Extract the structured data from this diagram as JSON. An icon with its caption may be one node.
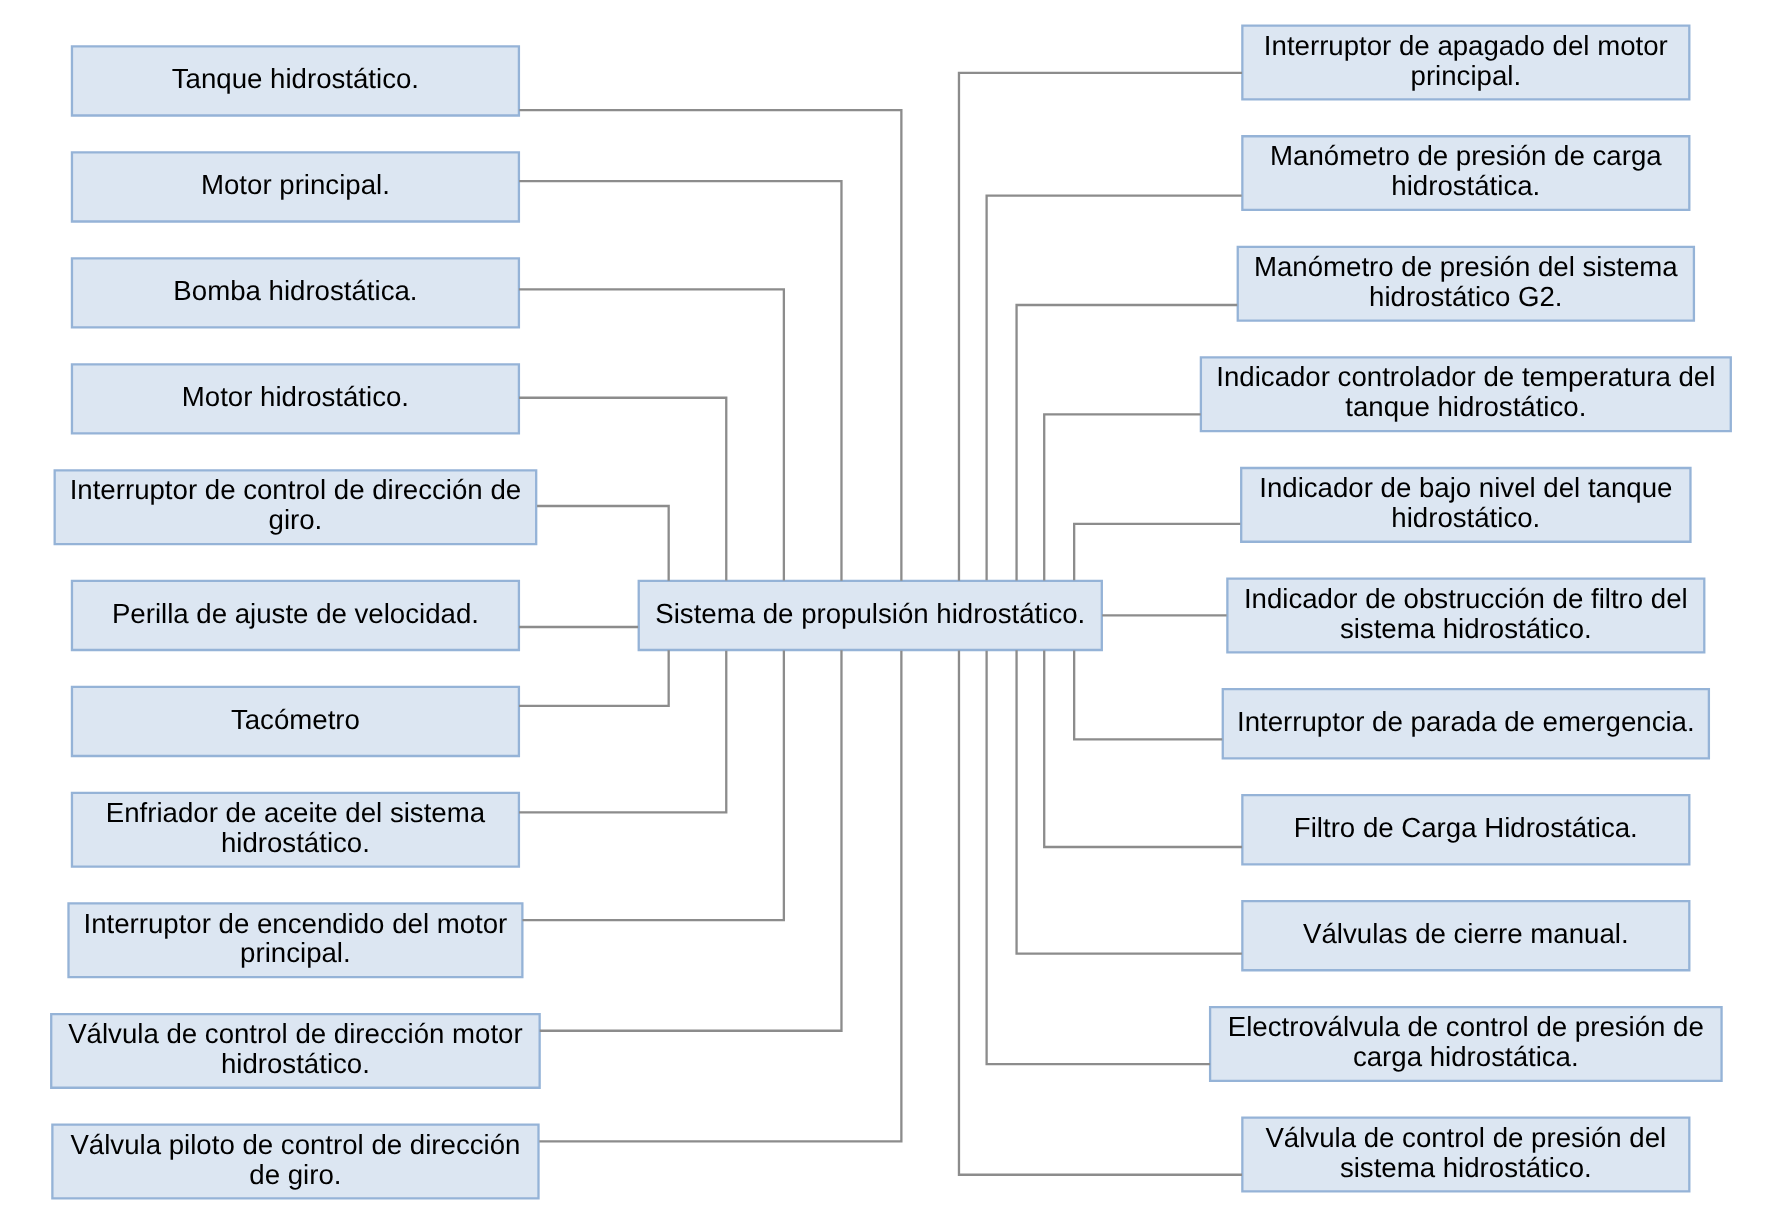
{
  "diagram": {
    "nodes": [
      {
        "text": [
          "Sistema de propulsión hidrostático."
        ]
      },
      {
        "text": [
          "Tanque hidrostático."
        ]
      },
      {
        "text": [
          "Motor principal."
        ]
      },
      {
        "text": [
          "Bomba hidrostática."
        ]
      },
      {
        "text": [
          "Motor hidrostático."
        ]
      },
      {
        "text": [
          "Interruptor de control de dirección de giro."
        ]
      },
      {
        "text": [
          "Perilla de ajuste de velocidad."
        ]
      },
      {
        "text": [
          "Tacómetro"
        ]
      },
      {
        "text": [
          "Enfriador de aceite del sistema hidrostático."
        ]
      },
      {
        "text": [
          "Interruptor de encendido del motor principal."
        ]
      },
      {
        "text": [
          "Válvula de control de dirección motor hidrostático."
        ]
      },
      {
        "text": [
          "Válvula piloto de control de dirección de giro."
        ]
      },
      {
        "text": [
          "Interruptor de apagado del motor principal."
        ]
      },
      {
        "text": [
          "Manómetro de presión de carga hidrostática."
        ]
      },
      {
        "text": [
          "Manómetro de presión del sistema hidrostático G2."
        ]
      },
      {
        "text": [
          "Indicador controlador de temperatura del tanque hidrostático."
        ]
      },
      {
        "text": [
          "Indicador de bajo nivel del tanque hidrostático."
        ]
      },
      {
        "text": [
          "Indicador de obstrucción de filtro del sistema hidrostático."
        ]
      },
      {
        "text": [
          "Interruptor de parada de emergencia."
        ]
      },
      {
        "text": [
          "Filtro de Carga Hidrostática."
        ]
      },
      {
        "text": [
          "Válvulas de cierre manual."
        ]
      },
      {
        "text": [
          "Electroválvula de control de presión de carga hidrostática."
        ]
      },
      {
        "text": [
          "Válvula de control de presión del sistema hidrostático."
        ]
      }
    ],
    "edges": [
      {
        "from": 0,
        "to": 1,
        "arrow": "none"
      },
      {
        "from": 0,
        "to": 2,
        "arrow": "none"
      },
      {
        "from": 0,
        "to": 3,
        "arrow": "none"
      },
      {
        "from": 0,
        "to": 4,
        "arrow": "none"
      },
      {
        "from": 0,
        "to": 5,
        "arrow": "none"
      },
      {
        "from": 0,
        "to": 6,
        "arrow": "none"
      },
      {
        "from": 0,
        "to": 7,
        "arrow": "none"
      },
      {
        "from": 0,
        "to": 8,
        "arrow": "none"
      },
      {
        "from": 0,
        "to": 9,
        "arrow": "none"
      },
      {
        "from": 0,
        "to": 10,
        "arrow": "none"
      },
      {
        "from": 0,
        "to": 11,
        "arrow": "none"
      },
      {
        "from": 0,
        "to": 12,
        "arrow": "none"
      },
      {
        "from": 0,
        "to": 13,
        "arrow": "none"
      },
      {
        "from": 0,
        "to": 14,
        "arrow": "none"
      },
      {
        "from": 0,
        "to": 15,
        "arrow": "none"
      },
      {
        "from": 0,
        "to": 16,
        "arrow": "none"
      },
      {
        "from": 0,
        "to": 17,
        "arrow": "none"
      },
      {
        "from": 0,
        "to": 18,
        "arrow": "none"
      },
      {
        "from": 0,
        "to": 19,
        "arrow": "none"
      },
      {
        "from": 0,
        "to": 20,
        "arrow": "none"
      },
      {
        "from": 0,
        "to": 21,
        "arrow": "none"
      },
      {
        "from": 0,
        "to": 22,
        "arrow": "none"
      }
    ]
  }
}
